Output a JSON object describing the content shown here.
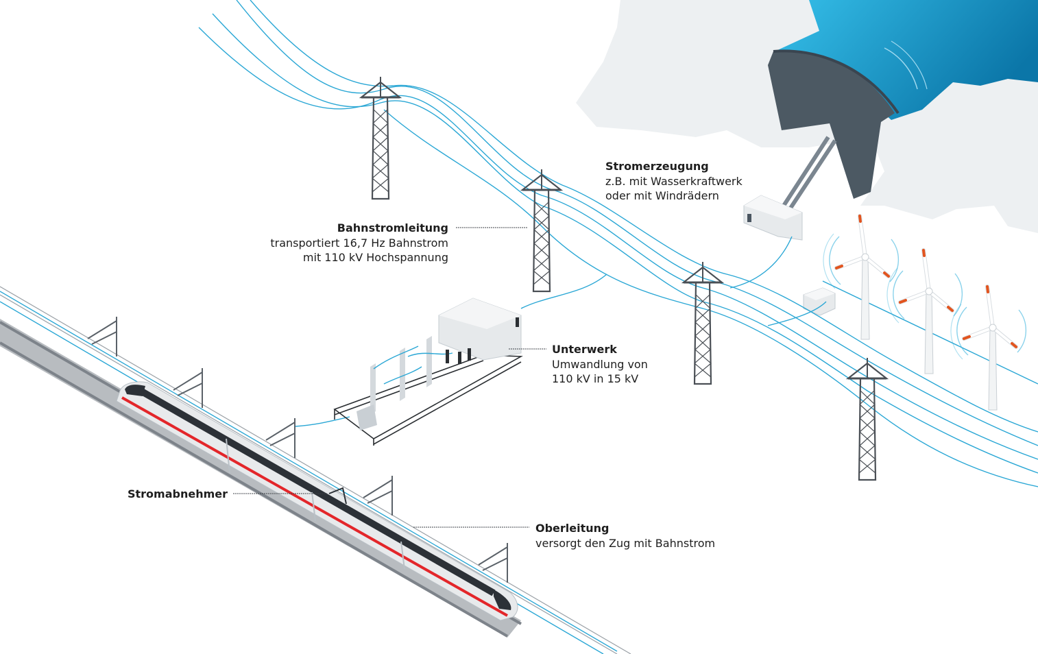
{
  "labels": {
    "stromerzeugung": {
      "title": "Stromerzeugung",
      "line1": "z.B. mit Wasserkraftwerk",
      "line2": "oder mit Windrädern"
    },
    "bahnstromleitung": {
      "title": "Bahnstromleitung",
      "line1": "transportiert 16,7 Hz Bahnstrom",
      "line2": "mit 110 kV Hochspannung"
    },
    "unterwerk": {
      "title": "Unterwerk",
      "line1": "Umwandlung von",
      "line2": "110 kV in 15 kV"
    },
    "stromabnehmer": {
      "title": "Stromabnehmer"
    },
    "oberleitung": {
      "title": "Oberleitung",
      "line1": "versorgt den Zug mit Bahnstrom"
    }
  },
  "icons": [
    "dam-icon",
    "power-house-icon",
    "transmission-tower-icon",
    "wind-turbine-icon",
    "substation-icon",
    "train-icon",
    "railway-track-icon",
    "catenary-mast-icon"
  ],
  "colors": {
    "wire": "#2aa7d5",
    "water_light": "#2fb4e0",
    "water_dark": "#0f7fb0",
    "mountain": "#edf0f2",
    "dam": "#4c5963",
    "tower": "#4a4f55",
    "train_stripe": "#e3262a",
    "label_text": "#1e1e1e"
  }
}
